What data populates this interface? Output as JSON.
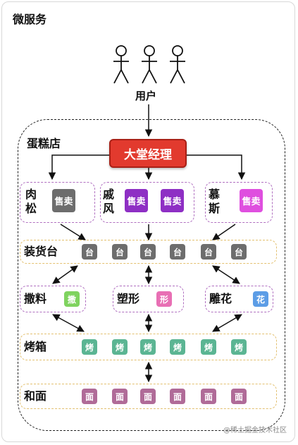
{
  "title": "微服务",
  "user_label": "用户",
  "store_label": "蛋糕店",
  "manager_label": "大堂经理",
  "sell_groups": [
    {
      "name": "肉\n松",
      "name_top": "肉",
      "name_bottom": "松",
      "sell_labels": [
        "售卖"
      ],
      "color": "#6d6d6d"
    },
    {
      "name": "戚\n风",
      "name_top": "戚",
      "name_bottom": "风",
      "sell_labels": [
        "售卖",
        "售卖"
      ],
      "color": "#8e2fc4"
    },
    {
      "name": "慕\n斯",
      "name_top": "慕",
      "name_bottom": "斯",
      "sell_labels": [
        "售卖"
      ],
      "color": "#df4fdf"
    }
  ],
  "rows": {
    "counter": {
      "label": "装货台",
      "tile": "台",
      "color": "#6d6d6d"
    },
    "decorate": [
      {
        "label": "撒料",
        "tile": "撒",
        "color": "#7fd35f"
      },
      {
        "label": "塑形",
        "tile": "形",
        "color": "#e86fb4"
      },
      {
        "label": "雕花",
        "tile": "花",
        "color": "#5c9de6"
      }
    ],
    "oven": {
      "label": "烤箱",
      "tile": "烤",
      "color": "#5bb593"
    },
    "dough": {
      "label": "和面",
      "tile": "面",
      "color": "#b06b98"
    }
  },
  "colors": {
    "manager": "#e23a2e",
    "group_border": "#b06fc0",
    "row_border": "#e3c070"
  },
  "watermark": "@稀土掘金技术社区"
}
